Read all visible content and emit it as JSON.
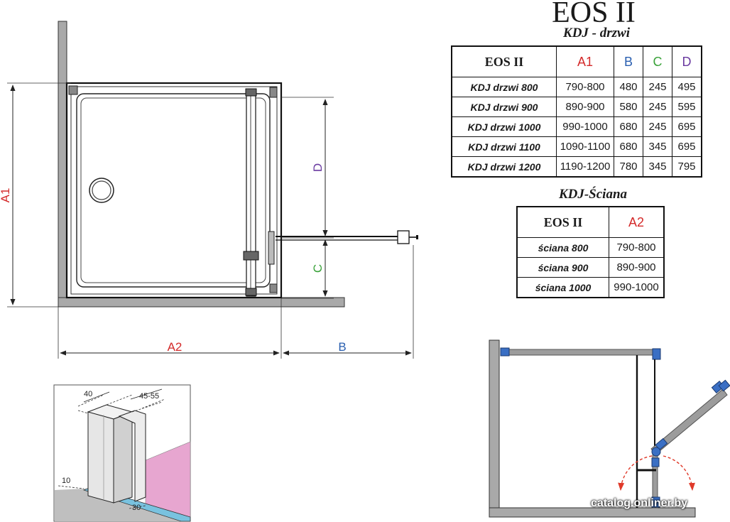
{
  "header": {
    "title": "EOS II",
    "subtitle_door": "KDJ - drzwi",
    "subtitle_wall": "KDJ-Ściana"
  },
  "table_door": {
    "headers": [
      "EOS II",
      "A1",
      "B",
      "C",
      "D"
    ],
    "rows": [
      [
        "KDJ drzwi 800",
        "790-800",
        "480",
        "245",
        "495"
      ],
      [
        "KDJ drzwi 900",
        "890-900",
        "580",
        "245",
        "595"
      ],
      [
        "KDJ drzwi 1000",
        "990-1000",
        "680",
        "245",
        "695"
      ],
      [
        "KDJ drzwi 1100",
        "1090-1100",
        "680",
        "345",
        "695"
      ],
      [
        "KDJ drzwi 1200",
        "1190-1200",
        "780",
        "345",
        "795"
      ]
    ]
  },
  "table_wall": {
    "headers": [
      "EOS II",
      "A2"
    ],
    "rows": [
      [
        "ściana 800",
        "790-800"
      ],
      [
        "ściana 900",
        "890-900"
      ],
      [
        "ściana 1000",
        "990-1000"
      ]
    ]
  },
  "dims": {
    "a1": "A1",
    "a2": "A2",
    "b": "B",
    "c": "C",
    "d": "D"
  },
  "detail": {
    "d40": "40",
    "d4555": "45-55",
    "d10": "10",
    "d30": "30"
  },
  "colors": {
    "red": "#d42a2a",
    "blue": "#2a5fb0",
    "green": "#3aa23a",
    "purple": "#6a3aa0",
    "wall": "#a9a9a9",
    "pink": "#e7a6d0",
    "glass": "#79c2df"
  },
  "watermark": "catalog.onliner.by"
}
